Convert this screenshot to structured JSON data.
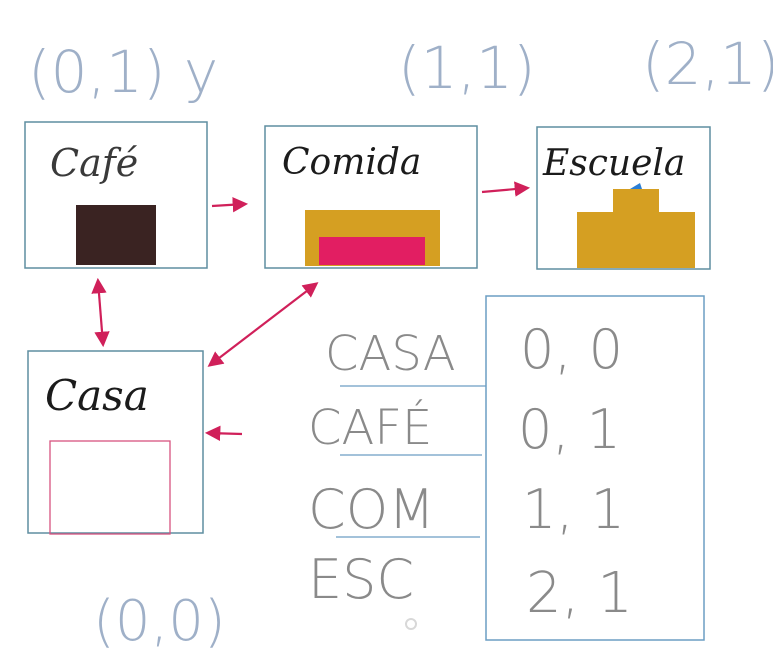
{
  "coords": {
    "top_prefix": "(0,1) y",
    "top_1": "(1,1)",
    "top_2": "(2,1)",
    "bottom": "(0,0)"
  },
  "places": {
    "cafe": "Café",
    "comida": "Comida",
    "escuela": "Escuela",
    "casa": "Casa"
  },
  "table": {
    "rows": [
      {
        "name": "CASA",
        "coord": "0, 0"
      },
      {
        "name": "CAFÉ",
        "coord": "0, 1"
      },
      {
        "name": "COM",
        "coord": "1, 1"
      },
      {
        "name": "ESC",
        "coord": "2, 1"
      }
    ]
  },
  "colors": {
    "frame": "#5f8ea0",
    "ink": "#1b1b1b",
    "pencil": "#8a8a8a",
    "blue_ink": "#9fb0c8",
    "arrow": "#d0205a",
    "cafe_block": "#3a2322",
    "gold": "#d59f22",
    "pink": "#e21e62",
    "casa_outline": "#d7537f",
    "table_line": "#6c9ec3"
  }
}
